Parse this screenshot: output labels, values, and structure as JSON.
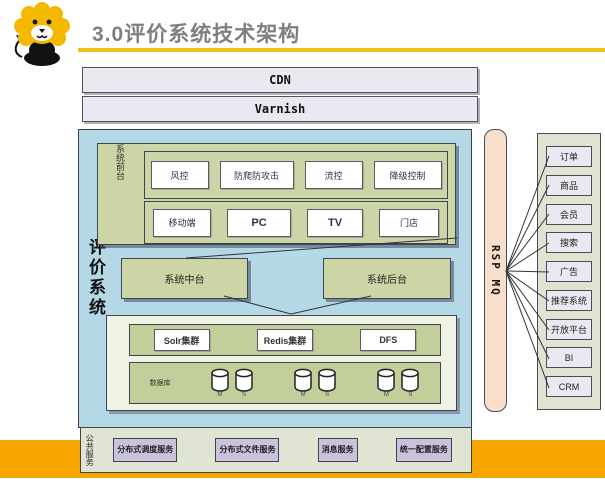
{
  "title": "3.0评价系统技术架构",
  "layers": {
    "cdn": "CDN",
    "varnish": "Varnish"
  },
  "system": {
    "label": "评价系统",
    "front": {
      "label": "系统前台",
      "row1": [
        "风控",
        "防爬防攻击",
        "流控",
        "降级控制"
      ],
      "row2": [
        "移动端",
        "PC",
        "TV",
        "门店"
      ]
    },
    "middle_label": "系统中台",
    "backend_label": "系统后台",
    "storage": {
      "clusters": [
        "Solr集群",
        "Redis集群",
        "DFS"
      ],
      "db_label": "数据库",
      "replica_labels": [
        "M",
        "S"
      ]
    }
  },
  "mq_label": "RSP MQ",
  "downstream": [
    "订单",
    "商品",
    "会员",
    "搜索",
    "广告",
    "推荐系统",
    "开放平台",
    "BI",
    "CRM"
  ],
  "common_services": {
    "label": "公共服务",
    "items": [
      "分布式调度服务",
      "分布式文件服务",
      "消息服务",
      "统一配置服务"
    ]
  },
  "colors": {
    "accent_yellow": "#EEC218",
    "footer_orange": "#F7A600",
    "panel_blue": "#B5D8E7",
    "box_green": "#CBD5A5",
    "bar_lavender": "#E9E9F1",
    "mq_peach": "#F9DECC",
    "service_purple": "#CBC1DC"
  }
}
